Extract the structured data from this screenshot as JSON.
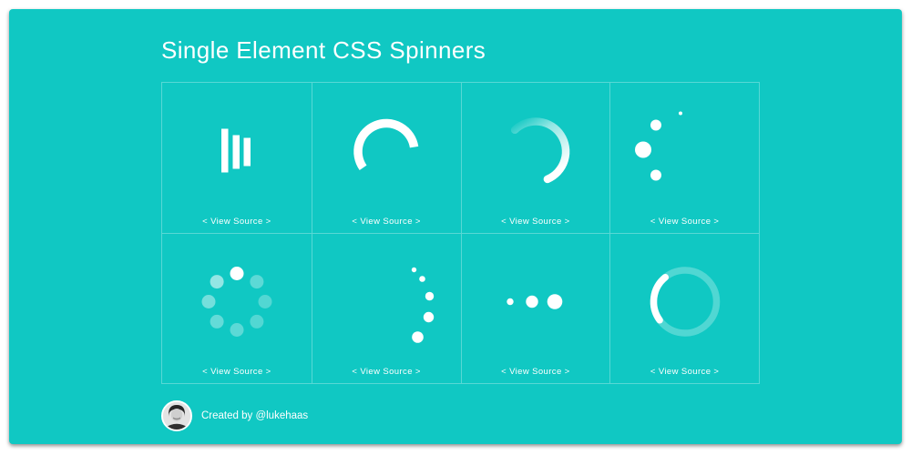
{
  "page": {
    "title": "Single Element CSS Spinners"
  },
  "grid": {
    "view_source_label": "< View Source >",
    "spinners": [
      {
        "name": "bars"
      },
      {
        "name": "arc"
      },
      {
        "name": "fading-arc"
      },
      {
        "name": "orbit-dots"
      },
      {
        "name": "fading-dots-circle"
      },
      {
        "name": "trailing-dots"
      },
      {
        "name": "three-dots"
      },
      {
        "name": "ring-arc"
      }
    ]
  },
  "footer": {
    "credit": "Created by @lukehaas"
  },
  "colors": {
    "background": "#10c8c3",
    "frame": "#ffffff",
    "text": "#ffffff",
    "grid_border": "rgba(255,255,255,0.3)",
    "spinner": "#ffffff"
  }
}
